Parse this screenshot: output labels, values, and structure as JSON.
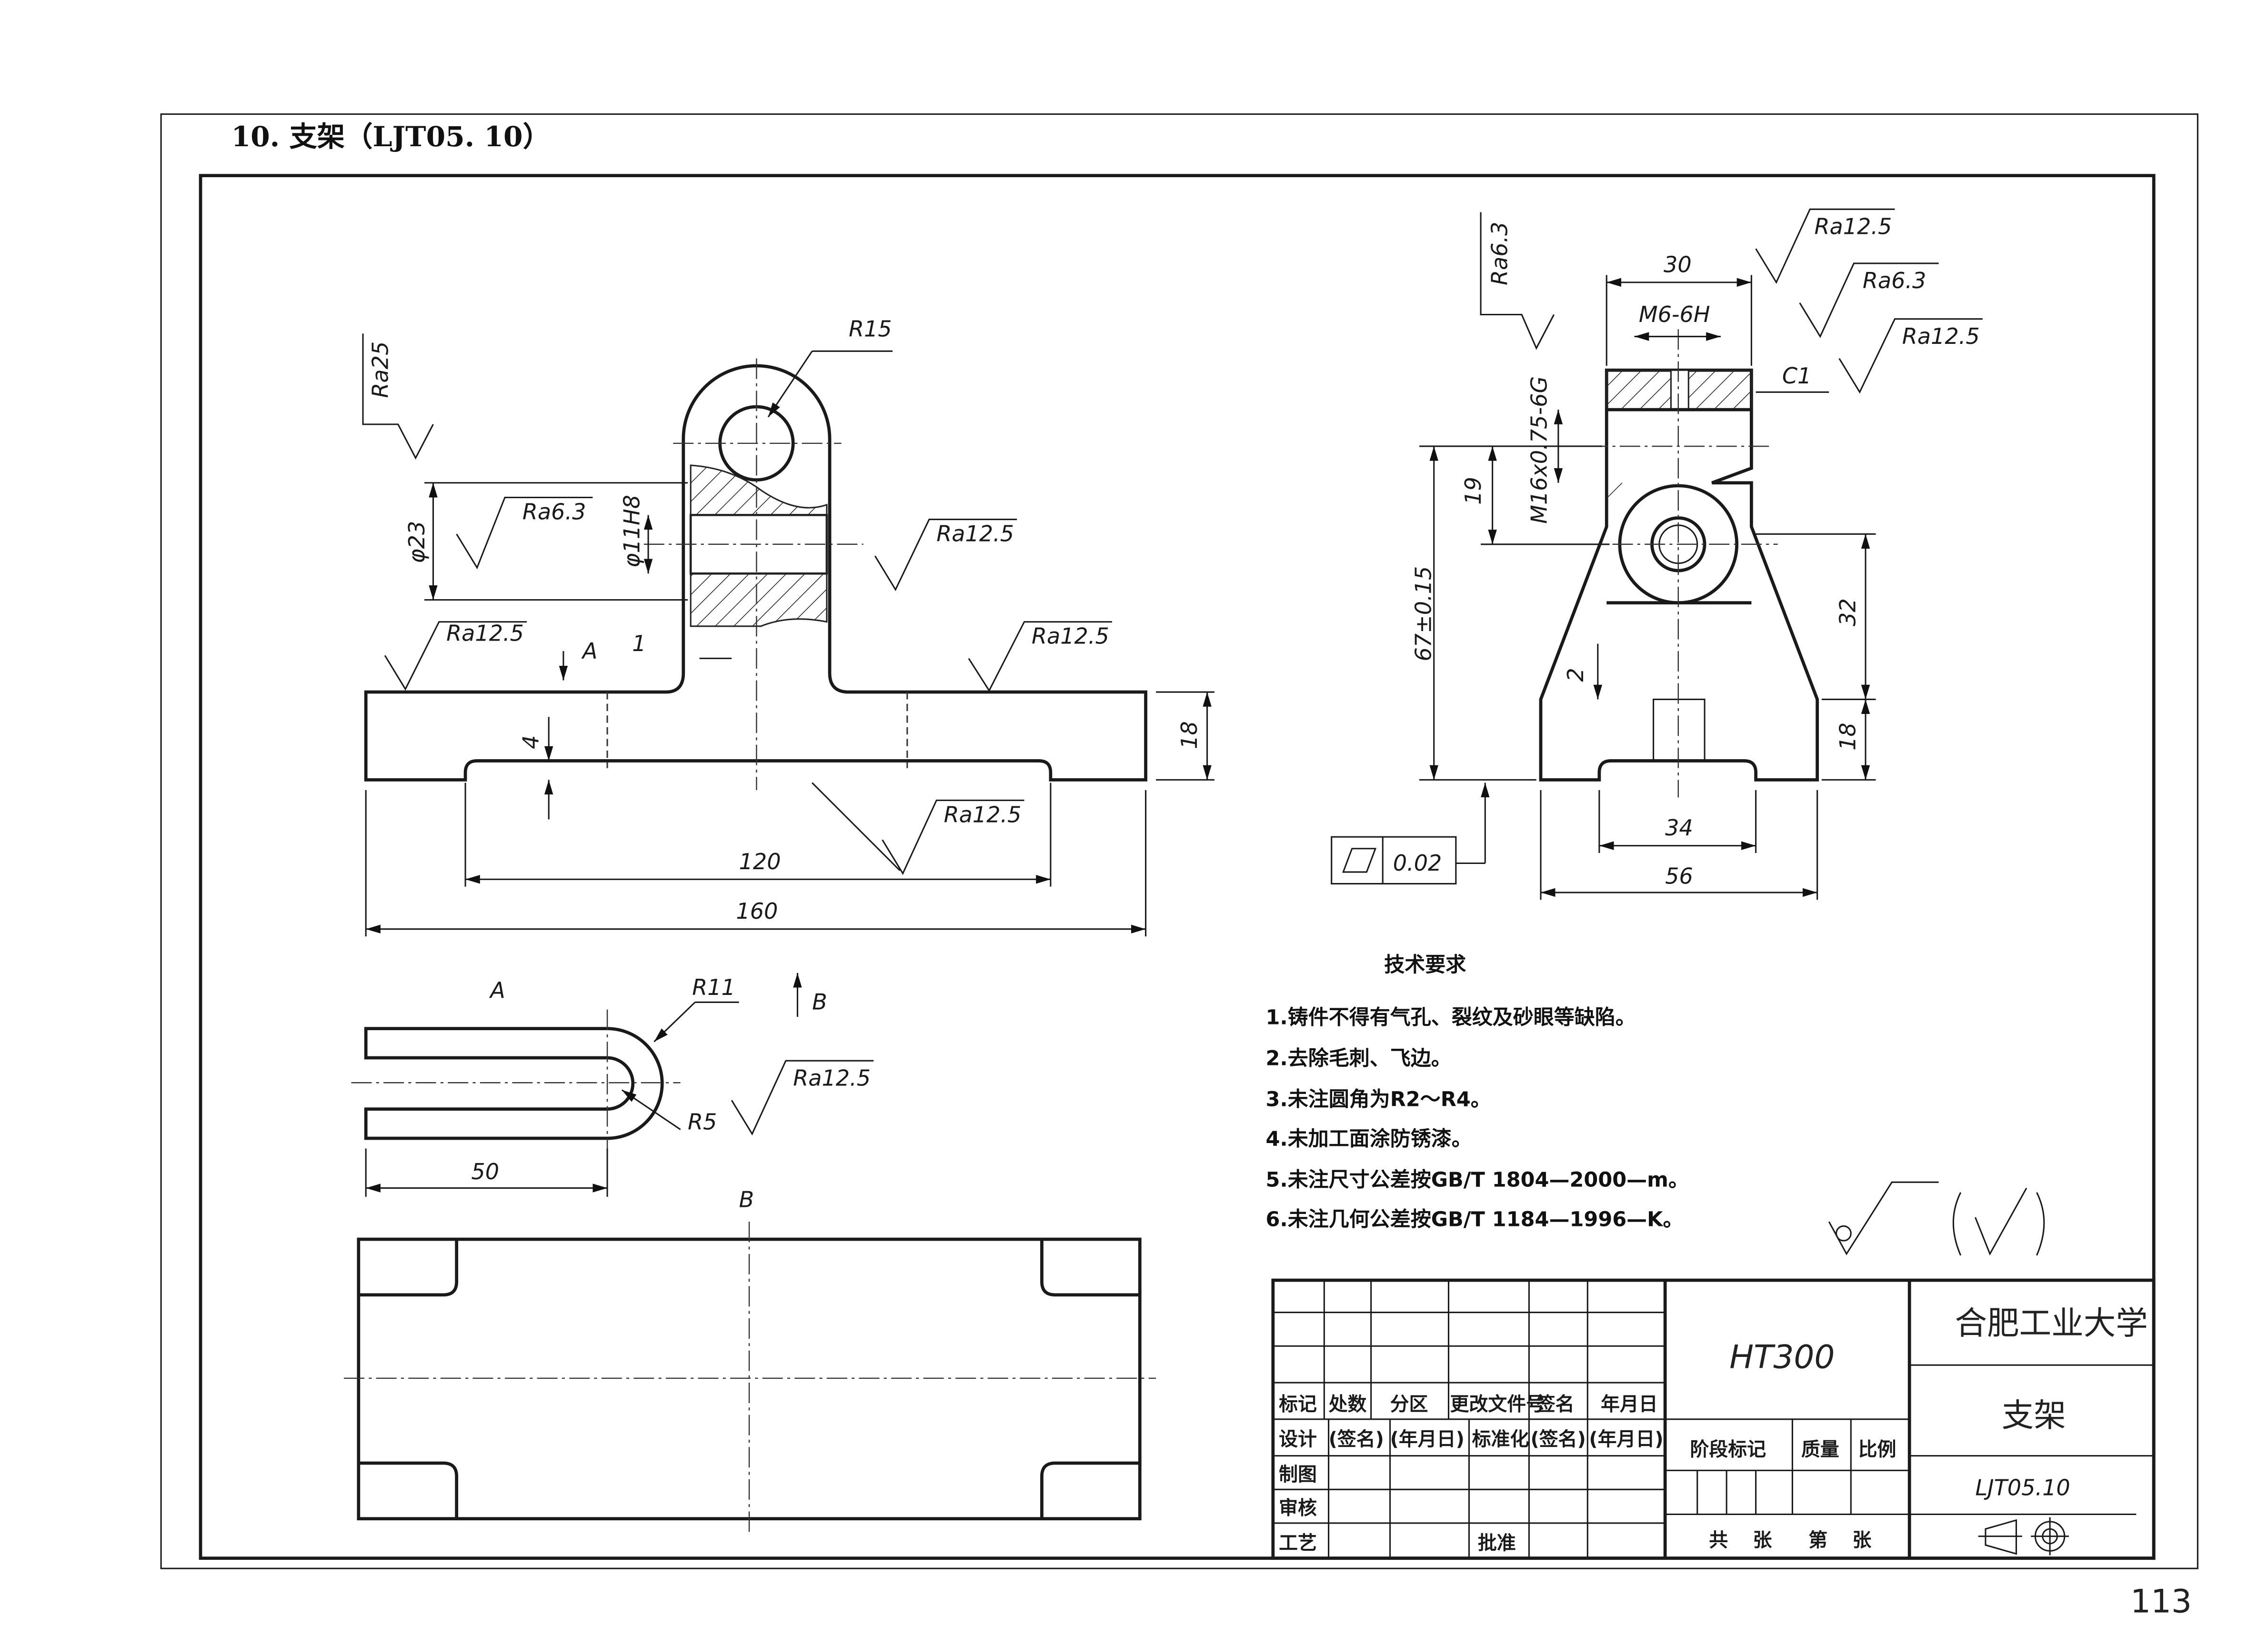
{
  "header": {
    "title": "10. 支架（LJT05. 10）",
    "page_number": "113"
  },
  "front_view": {
    "dims": {
      "r15": "R15",
      "ra25": "Ra25",
      "phi23": "φ23",
      "ra63": "Ra6.3",
      "phi11h8": "φ11H8",
      "ra125_right": "Ra12.5",
      "ra125_left": "Ra12.5",
      "ra125_top_right": "Ra12.5",
      "ra125_bottom": "Ra12.5",
      "view_a": "A",
      "d1": "1",
      "d4": "4",
      "d18": "18",
      "d120": "120",
      "d160": "160"
    }
  },
  "side_view": {
    "dims": {
      "ra63_left": "Ra6.3",
      "d30": "30",
      "ra125_1": "Ra12.5",
      "ra63": "Ra6.3",
      "m6": "M6-6H",
      "ra125_2": "Ra12.5",
      "c1": "C1",
      "m16": "M16x0.75-6G",
      "d19": "19",
      "d67": "67±0.15",
      "d32": "32",
      "d2": "2",
      "d18": "18",
      "d34": "34",
      "d56": "56",
      "flatness": "0.02"
    }
  },
  "view_a": {
    "label": "A",
    "r11": "R11",
    "r5": "R5",
    "ra125": "Ra12.5",
    "d50": "50",
    "arrow_b": "B"
  },
  "view_b": {
    "label": "B"
  },
  "tech_requirements": {
    "heading": "技术要求",
    "items": [
      "1.铸件不得有气孔、裂纹及砂眼等缺陷。",
      "2.去除毛刺、飞边。",
      "3.未注圆角为R2～R4。",
      "4.未加工面涂防锈漆。",
      "5.未注尺寸公差按GB/T 1804—2000—m。",
      "6.未注几何公差按GB/T 1184—1996—K。"
    ]
  },
  "title_block": {
    "material": "HT300",
    "school": "合肥工业大学",
    "part_name": "支架",
    "drawing_no": "LJT05.10",
    "row_headers": [
      "标记",
      "处数",
      "分区",
      "更改文件号",
      "签名",
      "年月日"
    ],
    "design_row": [
      "设计",
      "(签名)",
      "(年月日)",
      "标准化",
      "(签名)",
      "(年月日)"
    ],
    "drawn": "制图",
    "checked": "审核",
    "process": "工艺",
    "approved": "批准",
    "stage_mark": "阶段标记",
    "mass": "质量",
    "scale": "比例",
    "sheets": [
      "共",
      "张",
      "第",
      "张"
    ]
  }
}
